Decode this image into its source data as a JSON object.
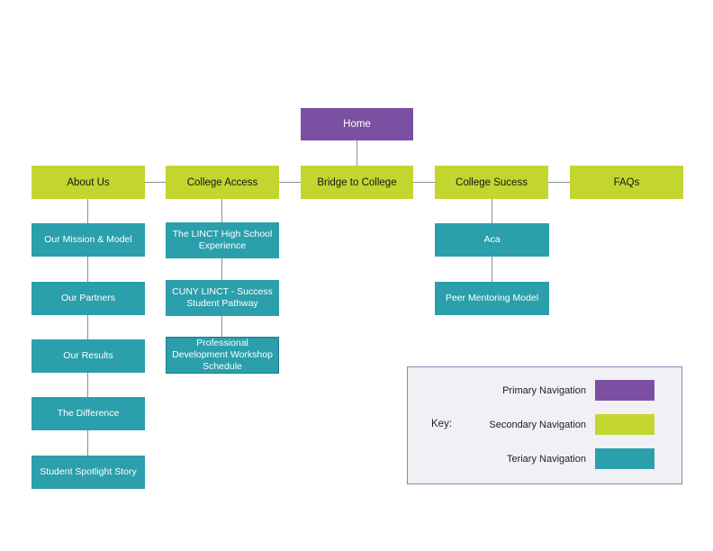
{
  "colors": {
    "primary": "#7b50a2",
    "secondary": "#c3d630",
    "tertiary": "#2b9fab",
    "connector": "#8f8f8f",
    "legend_border": "#9083b2",
    "legend_background": "#f1f0f4"
  },
  "sitemap": {
    "root": {
      "label": "Home"
    },
    "sections": [
      {
        "label": "About Us",
        "children": [
          {
            "label": "Our Mission & Model"
          },
          {
            "label": "Our Partners"
          },
          {
            "label": "Our Results"
          },
          {
            "label": "The Difference"
          },
          {
            "label": "Student Spotlight Story"
          }
        ]
      },
      {
        "label": "College Access",
        "children": [
          {
            "label": "The LINCT High School Experience"
          },
          {
            "label": "CUNY LINCT - Success Student Pathway"
          },
          {
            "label": "Professional Development Workshop Schedule"
          }
        ]
      },
      {
        "label": "Bridge to College",
        "children": []
      },
      {
        "label": "College Sucess",
        "children": [
          {
            "label": "Aca"
          },
          {
            "label": "Peer Mentoring Model"
          }
        ]
      },
      {
        "label": "FAQs",
        "children": []
      }
    ]
  },
  "legend": {
    "title": "Key:",
    "items": [
      {
        "label": "Primary Navigation",
        "color": "#7b50a2"
      },
      {
        "label": "Secondary Navigation",
        "color": "#c3d630"
      },
      {
        "label": "Teriary Navigation",
        "color": "#2b9fab"
      }
    ]
  }
}
